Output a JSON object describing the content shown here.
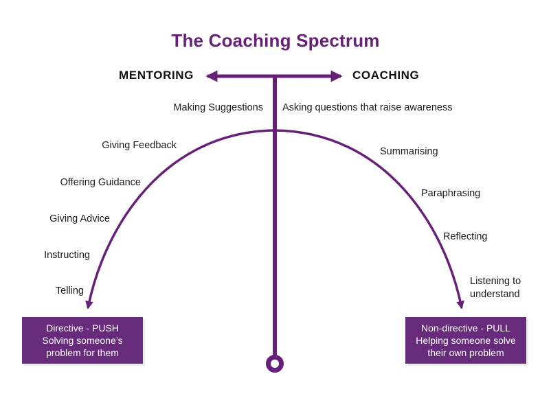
{
  "title": "The Coaching Spectrum",
  "axis": {
    "left_label": "MENTORING",
    "right_label": "COACHING"
  },
  "labels": {
    "left": [
      "Making Suggestions",
      "Giving Feedback",
      "Offering Guidance",
      "Giving Advice",
      "Instructing",
      "Telling"
    ],
    "right": [
      "Asking questions that raise awareness",
      "Summarising",
      "Paraphrasing",
      "Reflecting",
      "Listening to understand"
    ]
  },
  "left_box": {
    "lines": [
      "Directive - PUSH",
      "Solving someone’s",
      "problem for them"
    ]
  },
  "right_box": {
    "lines": [
      "Non-directive - PULL",
      "Helping someone solve",
      "their own problem"
    ]
  },
  "colors": {
    "accent_purple": "#672077",
    "box_purple": "#682B7C",
    "label_text": "#1a1a1a",
    "box_text": "#ffffff",
    "background": "#ffffff"
  }
}
